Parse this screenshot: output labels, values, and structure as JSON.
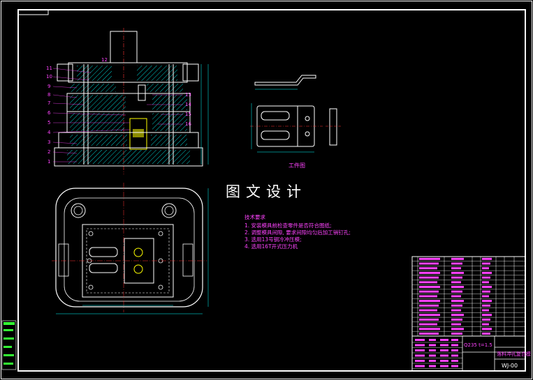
{
  "colors": {
    "background": "#000000",
    "border": "#ffffff",
    "hatch": "#00cccc",
    "dimension": "#00ffff",
    "centerline": "#ff3333",
    "text": "#ff44ff",
    "titleblock": "#ff00ff",
    "accent_green": "#33ff33",
    "accent_yellow": "#ffff00"
  },
  "drawing": {
    "title": "图文设计",
    "workpiece_caption": "工件图",
    "part_labels_left": [
      "1",
      "2",
      "3",
      "4",
      "5",
      "6",
      "7",
      "8",
      "9",
      "10",
      "11"
    ],
    "part_labels_right": [
      "12",
      "13",
      "14",
      "15",
      "16"
    ],
    "tech_requirements": {
      "heading": "技术要求",
      "items": [
        "1. 安装模具前检查零件是否符合图纸;",
        "2. 调整模具间隙, 要求间隙均匀后加工销钉孔;",
        "3. 选用13号钢冷冲压模;",
        "4. 选用16T开式压力机"
      ]
    }
  },
  "title_block": {
    "material": "Q235 t=1.5",
    "drawing_name": "落料冲孔复合模",
    "drawing_number": "WJ-00"
  }
}
